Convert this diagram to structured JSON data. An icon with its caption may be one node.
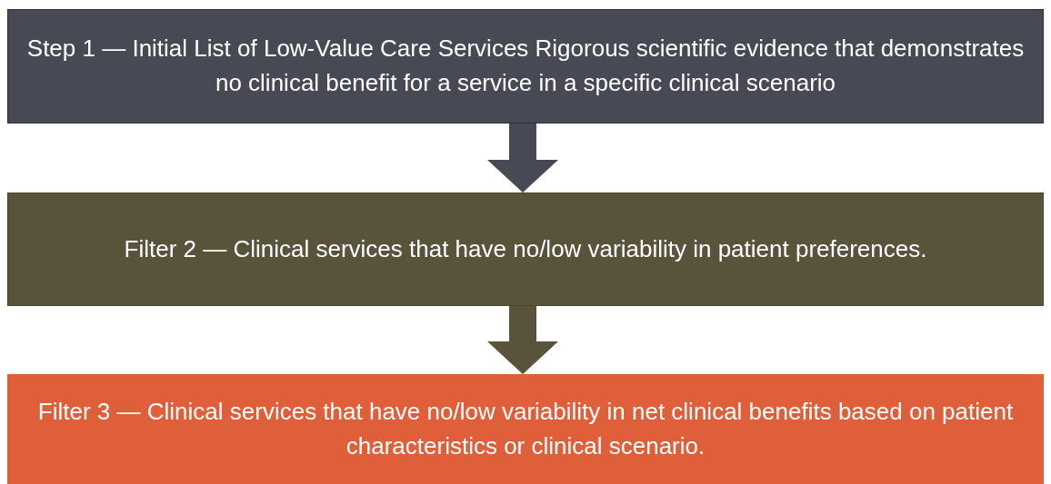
{
  "diagram": {
    "nodes": [
      {
        "text": [
          "Step 1 — Initial List of Low-Value Care Services Rigorous scientific evidence that demonstrates no clinical benefit for a service in a specific clinical scenario"
        ]
      },
      {
        "text": [
          "Filter 2 — Clinical services that have no/low variability in patient preferences."
        ]
      },
      {
        "text": [
          "Filter 3 — Clinical services that have no/low variability in net clinical benefits based on patient characteristics or clinical scenario."
        ]
      }
    ],
    "edges": [
      {
        "from": 0,
        "to": 1,
        "arrow": "to",
        "color": "#474a54"
      },
      {
        "from": 1,
        "to": 2,
        "arrow": "to",
        "color": "#5a533c"
      }
    ]
  }
}
